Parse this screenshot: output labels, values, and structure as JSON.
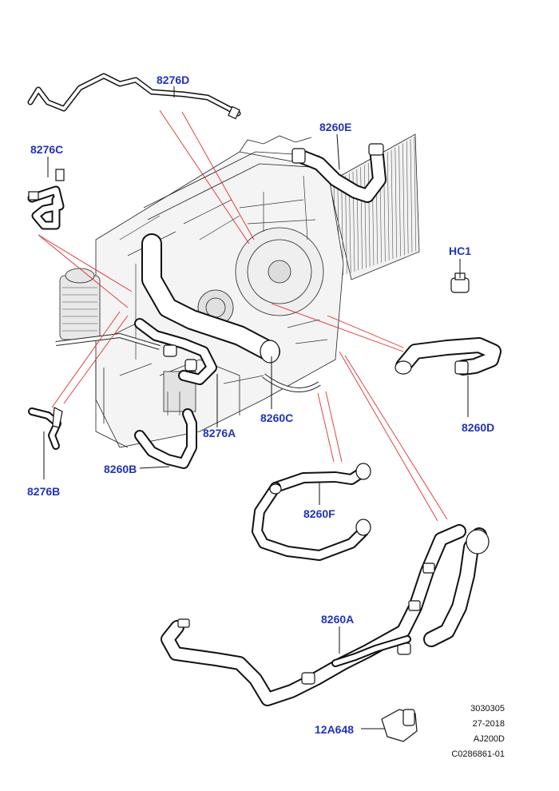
{
  "diagram": {
    "parts": [
      {
        "id": "8276D",
        "label": "8276D"
      },
      {
        "id": "8276C",
        "label": "8276C"
      },
      {
        "id": "8260E",
        "label": "8260E"
      },
      {
        "id": "HC1",
        "label": "HC1"
      },
      {
        "id": "8276A",
        "label": "8276A"
      },
      {
        "id": "8260C",
        "label": "8260C"
      },
      {
        "id": "8260D",
        "label": "8260D"
      },
      {
        "id": "8276B",
        "label": "8276B"
      },
      {
        "id": "8260B",
        "label": "8260B"
      },
      {
        "id": "8260F",
        "label": "8260F"
      },
      {
        "id": "8260A",
        "label": "8260A"
      },
      {
        "id": "12A648",
        "label": "12A648"
      }
    ],
    "reference": [
      "3030305",
      "27-2018",
      "AJ200D",
      "C0286861-01"
    ]
  },
  "colors": {
    "label": "#2233bb",
    "leader_red": "#e03030",
    "line": "#111111"
  }
}
